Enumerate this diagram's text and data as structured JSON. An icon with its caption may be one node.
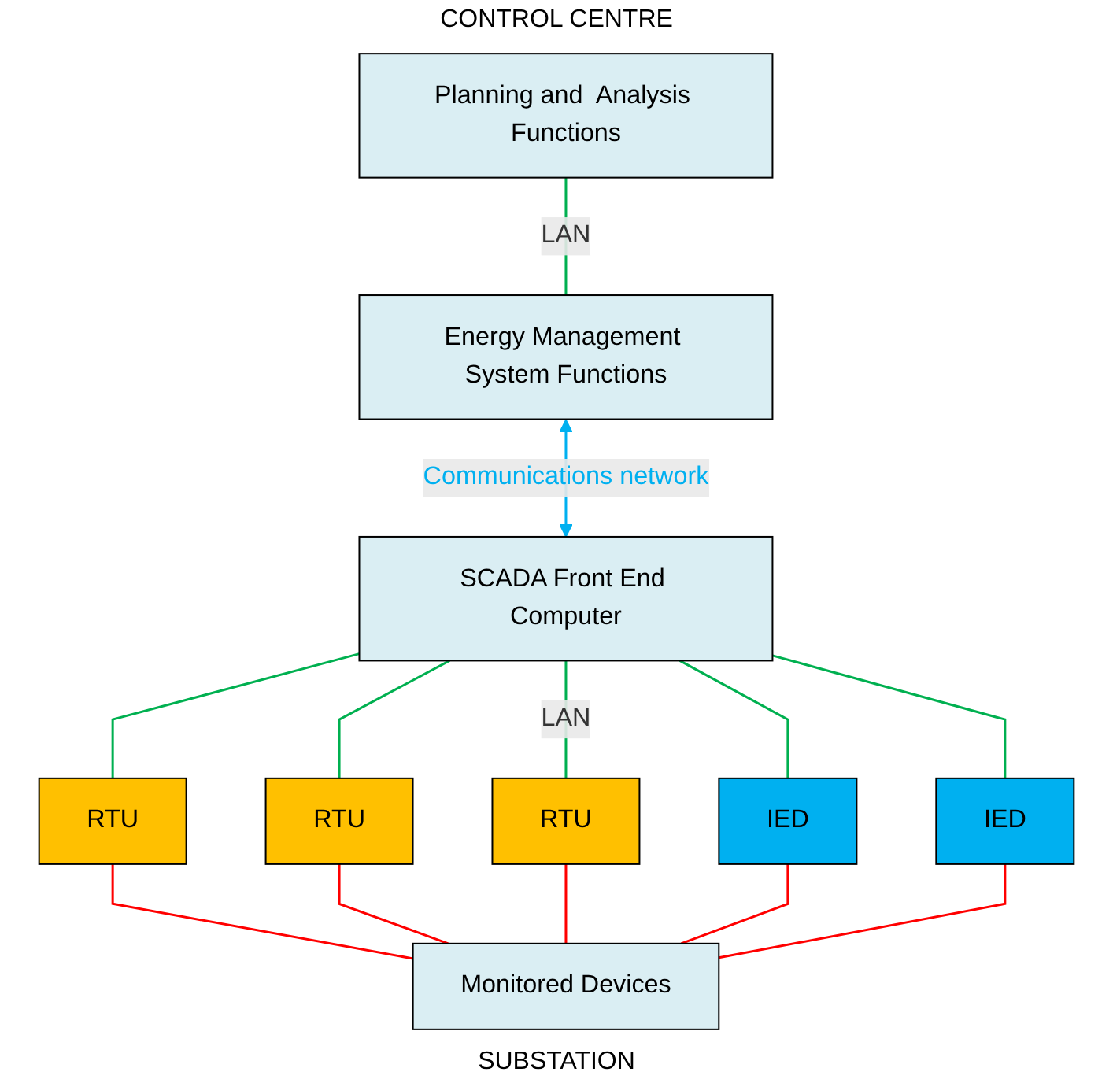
{
  "diagram": {
    "nodes": [
      {
        "text": [
          "Planning and  Analysis Functions"
        ]
      },
      {
        "text": [
          "Energy Management System Functions"
        ]
      },
      {
        "text": [
          "SCADA Front End Computer"
        ]
      },
      {
        "text": [
          "RTU"
        ]
      },
      {
        "text": [
          "RTU"
        ]
      },
      {
        "text": [
          "RTU"
        ]
      },
      {
        "text": [
          "IED"
        ]
      },
      {
        "text": [
          "IED"
        ]
      },
      {
        "text": [
          "Monitored Devices"
        ]
      }
    ],
    "edges": [
      {
        "from": 0,
        "to": 1,
        "arrow": "none",
        "label": "LAN"
      },
      {
        "from": 1,
        "to": 2,
        "arrow": "both",
        "label": "Communications network",
        "color": "#00b0f0"
      },
      {
        "from": 2,
        "to": 3,
        "arrow": "none"
      },
      {
        "from": 2,
        "to": 4,
        "arrow": "none"
      },
      {
        "from": 2,
        "to": 5,
        "arrow": "none",
        "label": "LAN"
      },
      {
        "from": 2,
        "to": 6,
        "arrow": "none"
      },
      {
        "from": 2,
        "to": 7,
        "arrow": "none"
      },
      {
        "from": 3,
        "to": 8,
        "arrow": "none",
        "color": "#ff0000"
      },
      {
        "from": 4,
        "to": 8,
        "arrow": "none",
        "color": "#ff0000"
      },
      {
        "from": 5,
        "to": 8,
        "arrow": "none",
        "color": "#ff0000"
      },
      {
        "from": 6,
        "to": 8,
        "arrow": "none",
        "color": "#ff0000"
      },
      {
        "from": 7,
        "to": 8,
        "arrow": "none",
        "color": "#ff0000"
      }
    ],
    "labels": [
      "CONTROL CENTRE",
      "SUBSTATION"
    ]
  }
}
